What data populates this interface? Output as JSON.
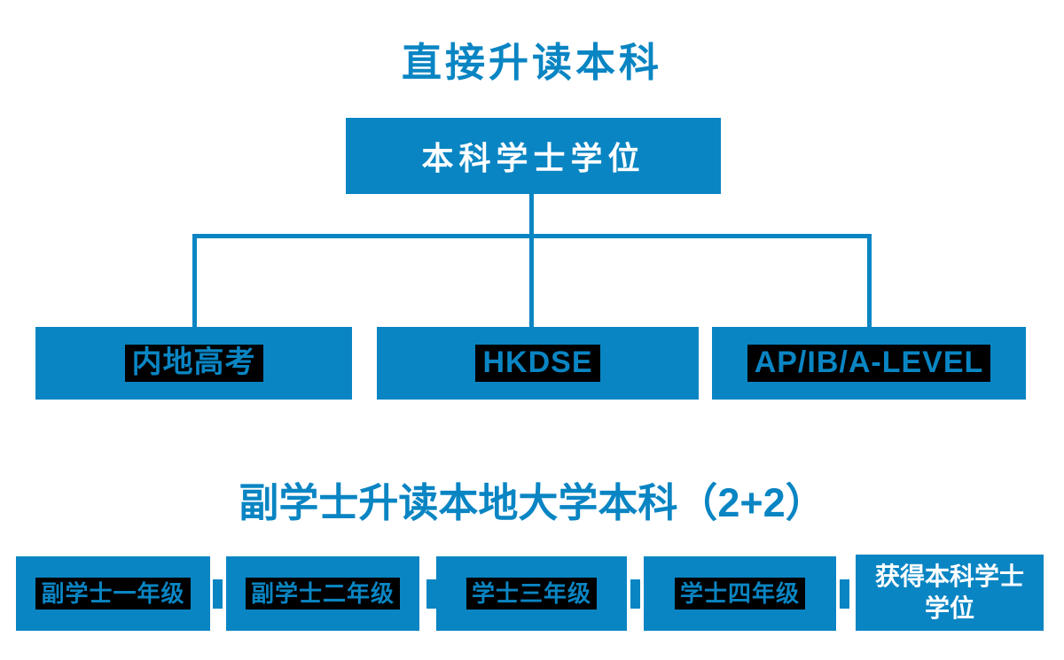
{
  "colors": {
    "primary_blue": "#0a85c3",
    "highlight_black": "#000000",
    "box_text_white": "#ffffff",
    "background": "#ffffff"
  },
  "section_direct": {
    "title": "直接升读本科",
    "root_box": {
      "label": "本科学士学位"
    },
    "pathway_boxes": [
      {
        "label": "内地高考"
      },
      {
        "label": "HKDSE"
      },
      {
        "label": "AP/IB/A-LEVEL"
      }
    ]
  },
  "section_associate": {
    "title": "副学士升读本地大学本科（2+2）",
    "stage_boxes": [
      {
        "label": "副学士一年级"
      },
      {
        "label": "副学士二年级"
      },
      {
        "label": "学士三年级"
      },
      {
        "label": "学士四年级"
      },
      {
        "label": "获得本科学士学位",
        "lines": [
          "获得本科学士",
          "学位"
        ]
      }
    ]
  }
}
